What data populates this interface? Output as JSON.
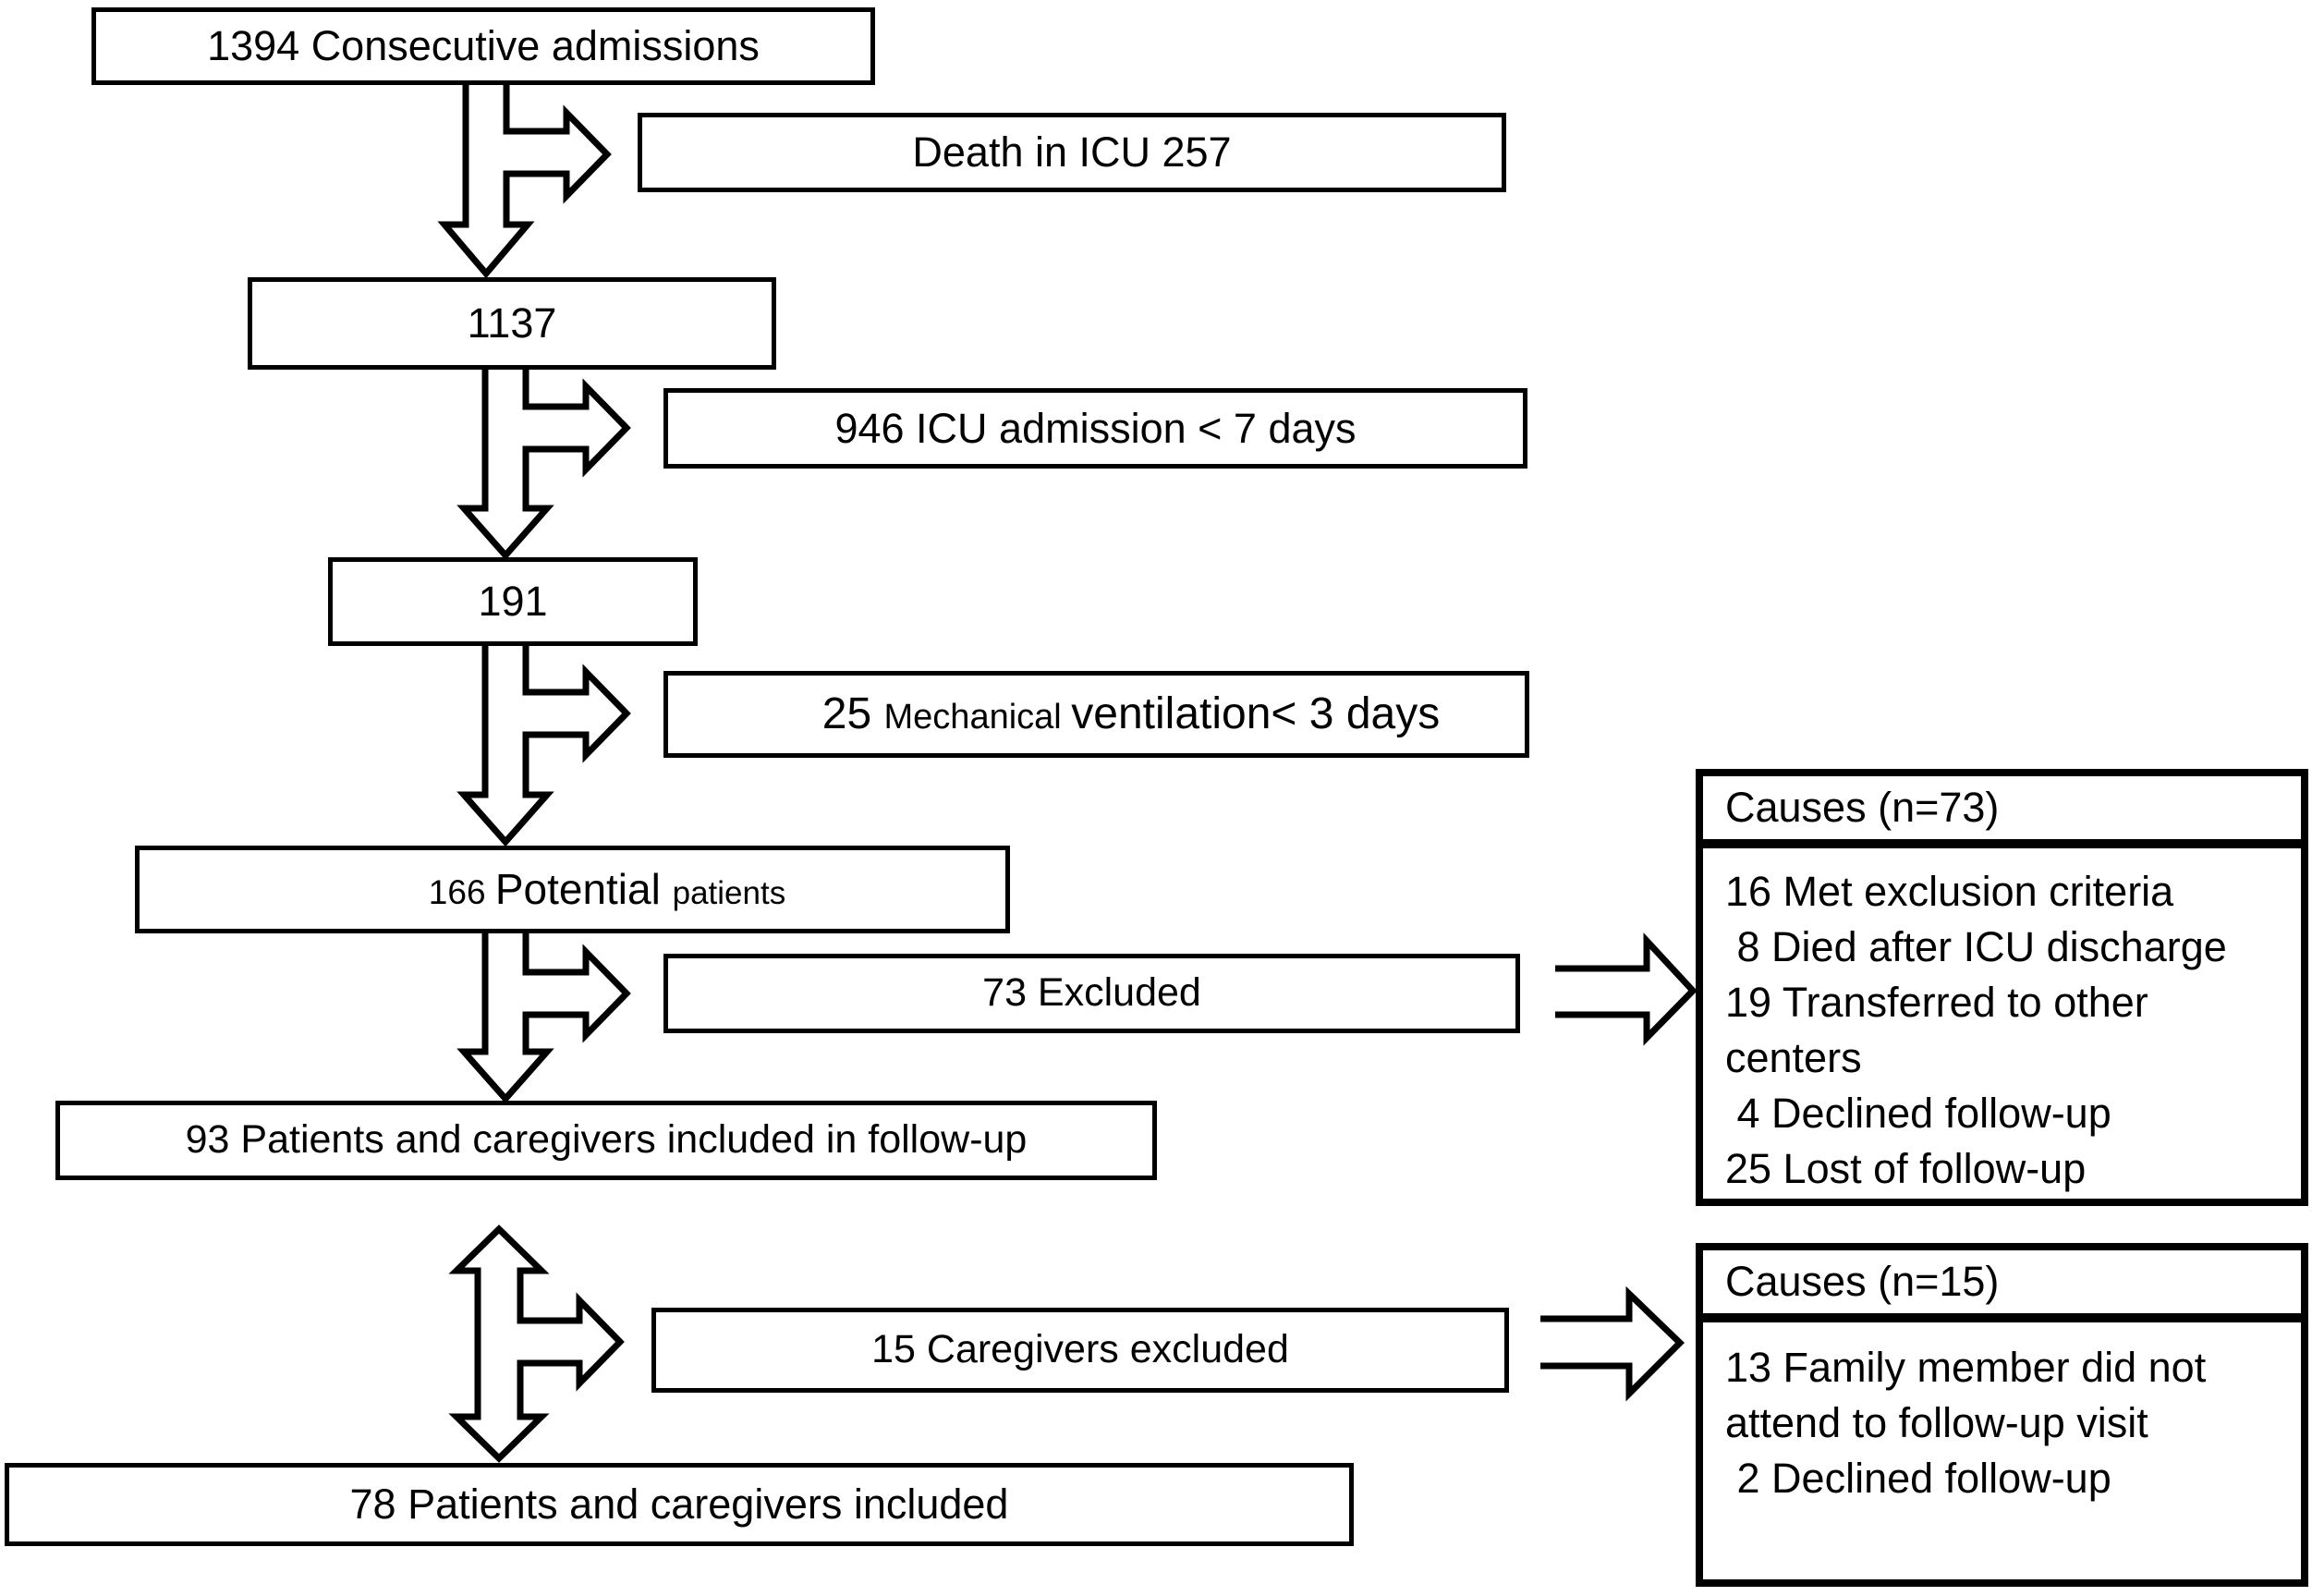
{
  "diagram": {
    "boxes": {
      "admissions": {
        "text": "1394 Consecutive admissions"
      },
      "death_icu": {
        "text": "Death in ICU 257"
      },
      "n1137": {
        "text": "1137"
      },
      "icu_lt7days": {
        "text": "946 ICU admission < 7 days"
      },
      "n191": {
        "text": "191"
      },
      "mech_vent": {
        "parts": [
          "25 ",
          "Mechanical ",
          "ventilation< 3 days"
        ]
      },
      "potential": {
        "parts": [
          "166 ",
          "Potential ",
          "patients"
        ]
      },
      "excluded": {
        "text": "73 Excluded"
      },
      "followup": {
        "text": "93 Patients and caregivers included in follow-up"
      },
      "caregivers_excluded": {
        "text": "15 Caregivers excluded"
      },
      "included": {
        "text": "78 Patients and caregivers included"
      }
    },
    "causes_73": {
      "title": "Causes (n=73)",
      "items": [
        "16 Met exclusion criteria",
        " 8 Died after ICU discharge",
        "19 Transferred to other centers",
        " 4 Declined follow-up",
        "25 Lost of follow-up"
      ]
    },
    "causes_15": {
      "title": "Causes (n=15)",
      "items": [
        "13 Family member did not attend to follow-up visit",
        " 2 Declined follow-up"
      ]
    },
    "colors": {
      "ink": "#000000",
      "background": "#ffffff"
    }
  }
}
